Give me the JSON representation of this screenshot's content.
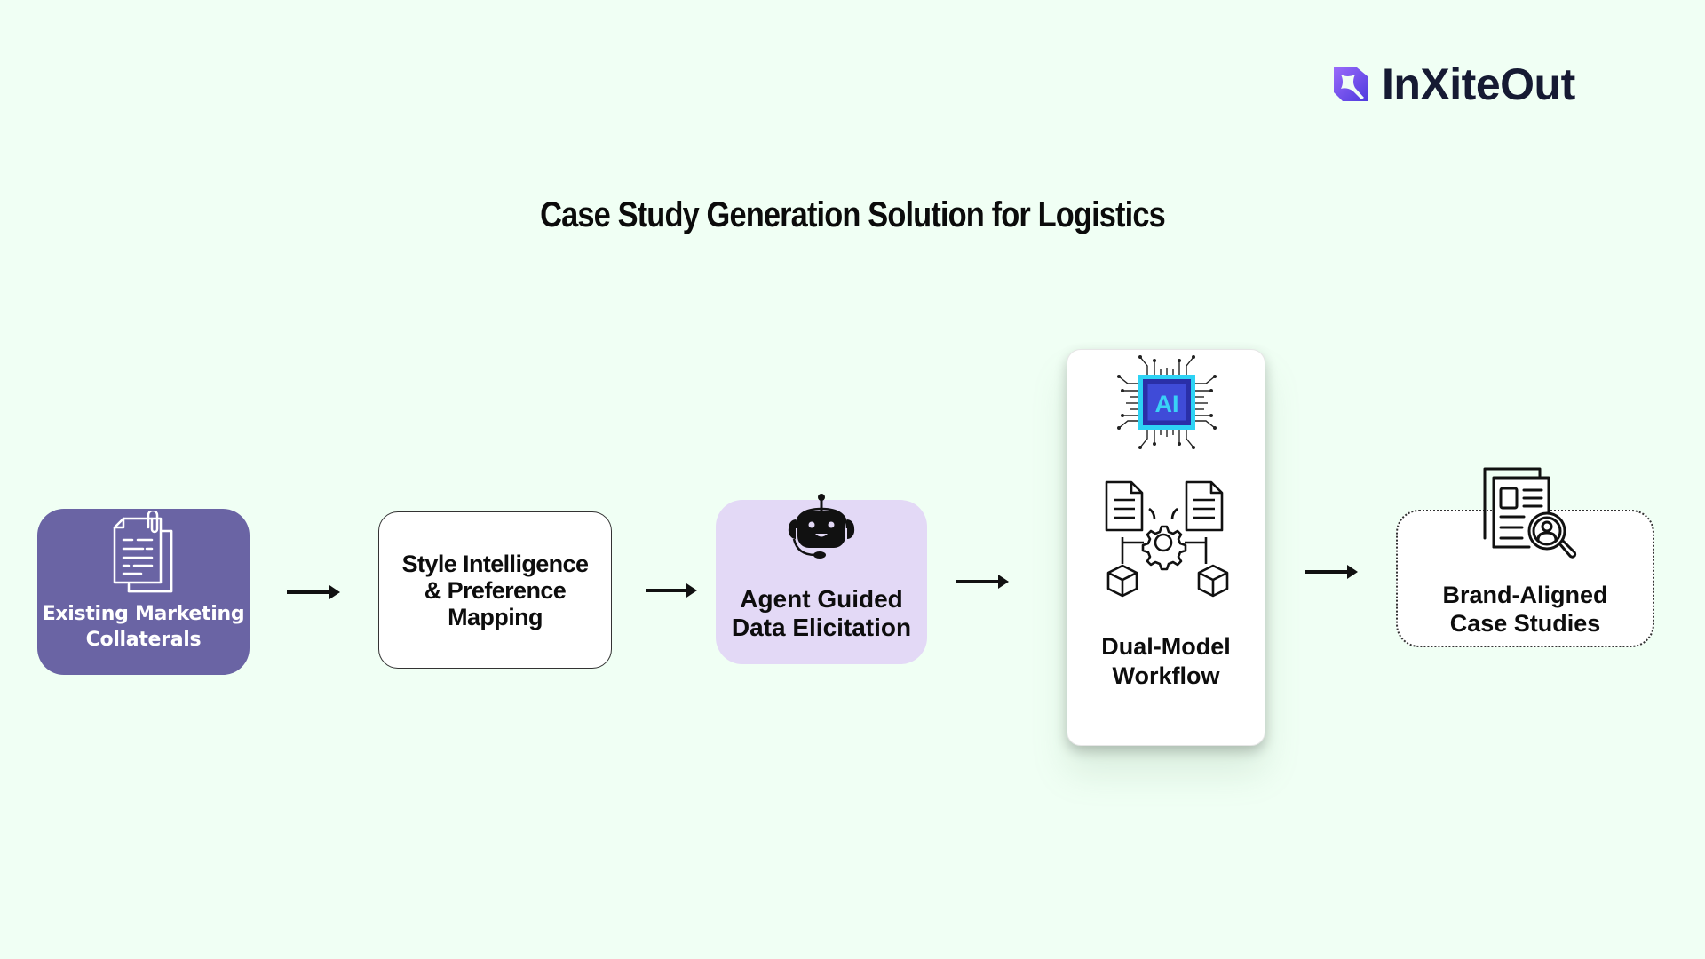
{
  "brand": {
    "name": "InXiteOut",
    "logo_icon": "inxiteout-logo-mark-icon",
    "colors": {
      "logo_gradient_start": "#8A5CF6",
      "logo_gradient_end": "#5B3FE0",
      "text": "#161A33"
    }
  },
  "title": "Case Study Generation Solution for Logistics",
  "flow": {
    "steps": [
      {
        "label_lines": [
          "Existing Marketing",
          "Collaterals"
        ],
        "icon": "document-clip-icon",
        "style": "filled-purple",
        "color": "#6A64A4"
      },
      {
        "label_lines": [
          "Style Intelligence",
          "& Preference",
          "Mapping"
        ],
        "icon": null,
        "style": "outlined-white",
        "color": "#FFFFFF"
      },
      {
        "label_lines": [
          "Agent Guided",
          "Data Elicitation"
        ],
        "icon": "robot-headset-icon",
        "style": "filled-lavender",
        "color": "#E3D9F6"
      },
      {
        "label_lines": [
          "Dual-Model",
          "Workflow"
        ],
        "icon": [
          "ai-chip-icon",
          "workflow-gear-icon"
        ],
        "style": "raised-card",
        "color": "#FFFFFF"
      },
      {
        "label_lines": [
          "Brand-Aligned",
          "Case Studies"
        ],
        "icon": "case-study-search-icon",
        "style": "dotted-white",
        "color": "#FFFFFF"
      }
    ],
    "connector": "arrow-right-icon"
  },
  "background": "#F0FFF4"
}
